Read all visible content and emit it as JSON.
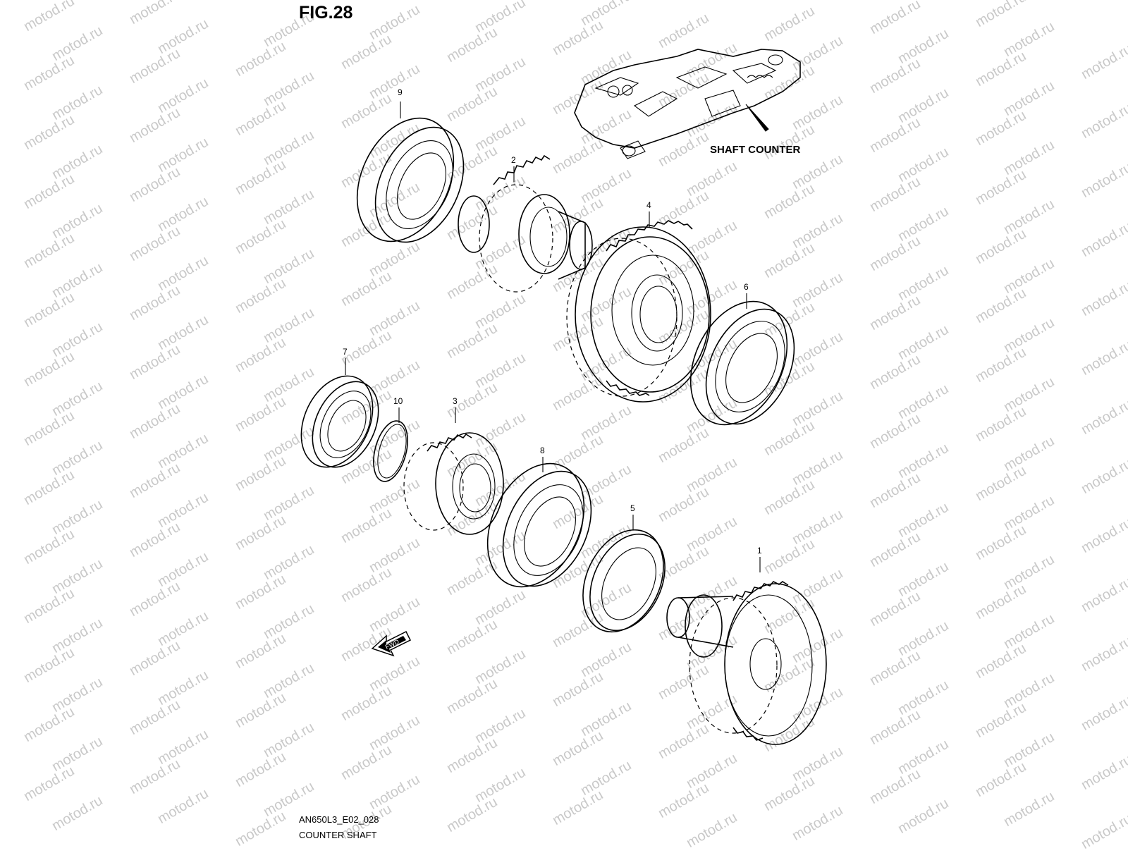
{
  "figure": {
    "title": "FIG.28",
    "assembly_label": "SHAFT COUNTER",
    "drawing_code": "AN650L3_E02_028",
    "caption": "COUNTER SHAFT",
    "direction_marker": "FWD"
  },
  "watermark": {
    "text": "motod.ru"
  },
  "callouts": [
    {
      "id": "callout-9",
      "number": "9",
      "part": "bearing"
    },
    {
      "id": "callout-2",
      "number": "2",
      "part": "gear"
    },
    {
      "id": "callout-4",
      "number": "4",
      "part": "gear"
    },
    {
      "id": "callout-6",
      "number": "6",
      "part": "bearing"
    },
    {
      "id": "callout-7",
      "number": "7",
      "part": "bearing"
    },
    {
      "id": "callout-10",
      "number": "10",
      "part": "circlip"
    },
    {
      "id": "callout-3",
      "number": "3",
      "part": "gear"
    },
    {
      "id": "callout-8",
      "number": "8",
      "part": "bearing"
    },
    {
      "id": "callout-5",
      "number": "5",
      "part": "oil-seal"
    },
    {
      "id": "callout-1",
      "number": "1",
      "part": "shaft-gear"
    }
  ],
  "colors": {
    "line": "#000000",
    "background": "#ffffff",
    "watermark": "#c9c9c9"
  }
}
